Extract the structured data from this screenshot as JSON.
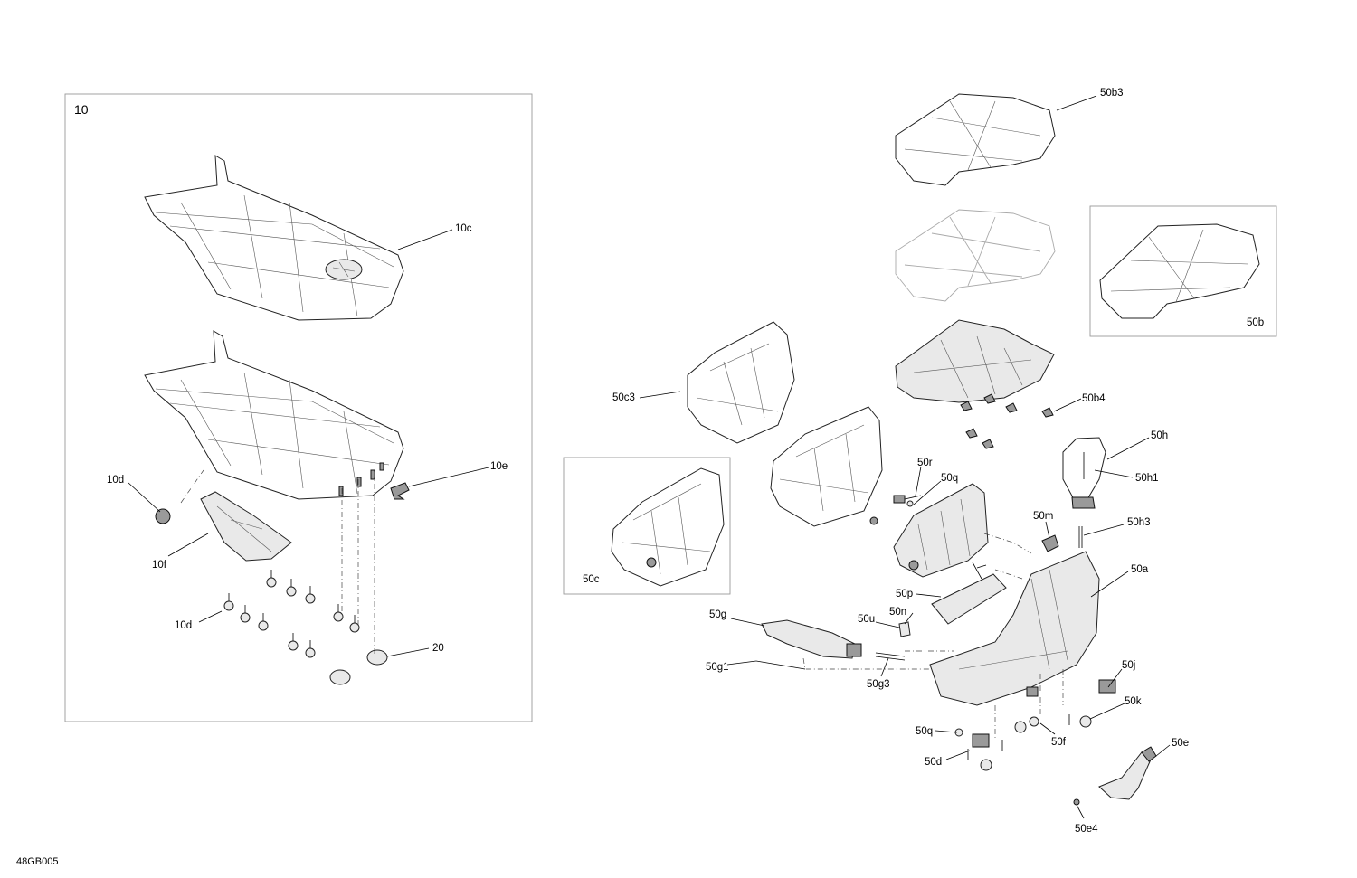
{
  "diagram": {
    "drawing_number": "48GB005",
    "group_label": "10",
    "callouts": {
      "c10c": "10c",
      "c10d_a": "10d",
      "c10e": "10e",
      "c10f": "10f",
      "c10d_b": "10d",
      "c20": "20",
      "c50b3": "50b3",
      "c50b": "50b",
      "c50c3": "50c3",
      "c50b4": "50b4",
      "c50h": "50h",
      "c50r": "50r",
      "c50q_a": "50q",
      "c50h1": "50h1",
      "c50m": "50m",
      "c50h3": "50h3",
      "c50c": "50c",
      "c50a": "50a",
      "c50p": "50p",
      "c50g": "50g",
      "c50u": "50u",
      "c50n": "50n",
      "c50g1": "50g1",
      "c50g3": "50g3",
      "c50j": "50j",
      "c50k": "50k",
      "c50q_b": "50q",
      "c50f": "50f",
      "c50d": "50d",
      "c50e": "50e",
      "c50e4": "50e4"
    }
  }
}
